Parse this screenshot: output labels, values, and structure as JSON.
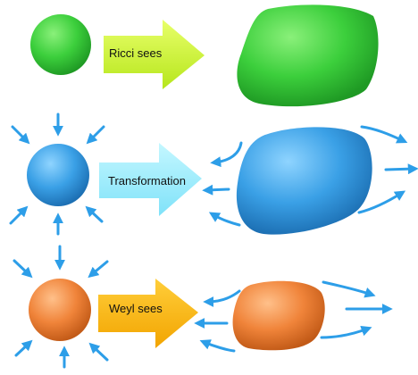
{
  "rows": [
    {
      "label": "Ricci sees",
      "arrow_color": "#ccf52f",
      "shape_color": "#3ccf3c"
    },
    {
      "label": "Transformation",
      "arrow_color": "#9eefff",
      "shape_color": "#3aa0e6"
    },
    {
      "label": "Weyl sees",
      "arrow_color": "#f9b40a",
      "shape_color": "#f0843a"
    }
  ],
  "stroke_color": "#2d9ee8"
}
